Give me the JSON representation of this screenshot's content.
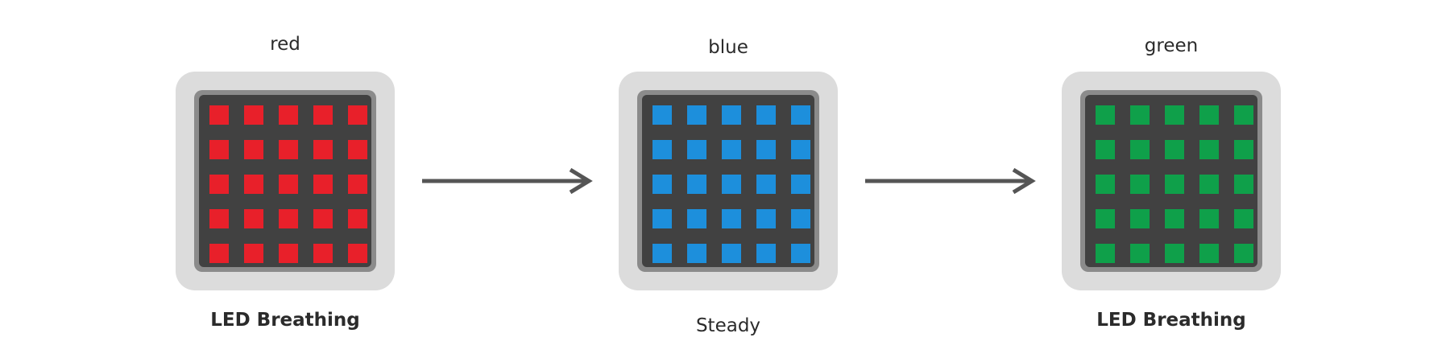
{
  "colors": {
    "red": "#e8202a",
    "blue": "#1d8fdc",
    "green": "#0fa04a",
    "arrow": "#555555"
  },
  "panels": [
    {
      "color_label": "red",
      "mode_label": "LED Breathing"
    },
    {
      "color_label": "blue",
      "mode_label": "Steady"
    },
    {
      "color_label": "green",
      "mode_label": "LED Breathing"
    }
  ],
  "matrix": {
    "rows": 5,
    "cols": 5
  }
}
